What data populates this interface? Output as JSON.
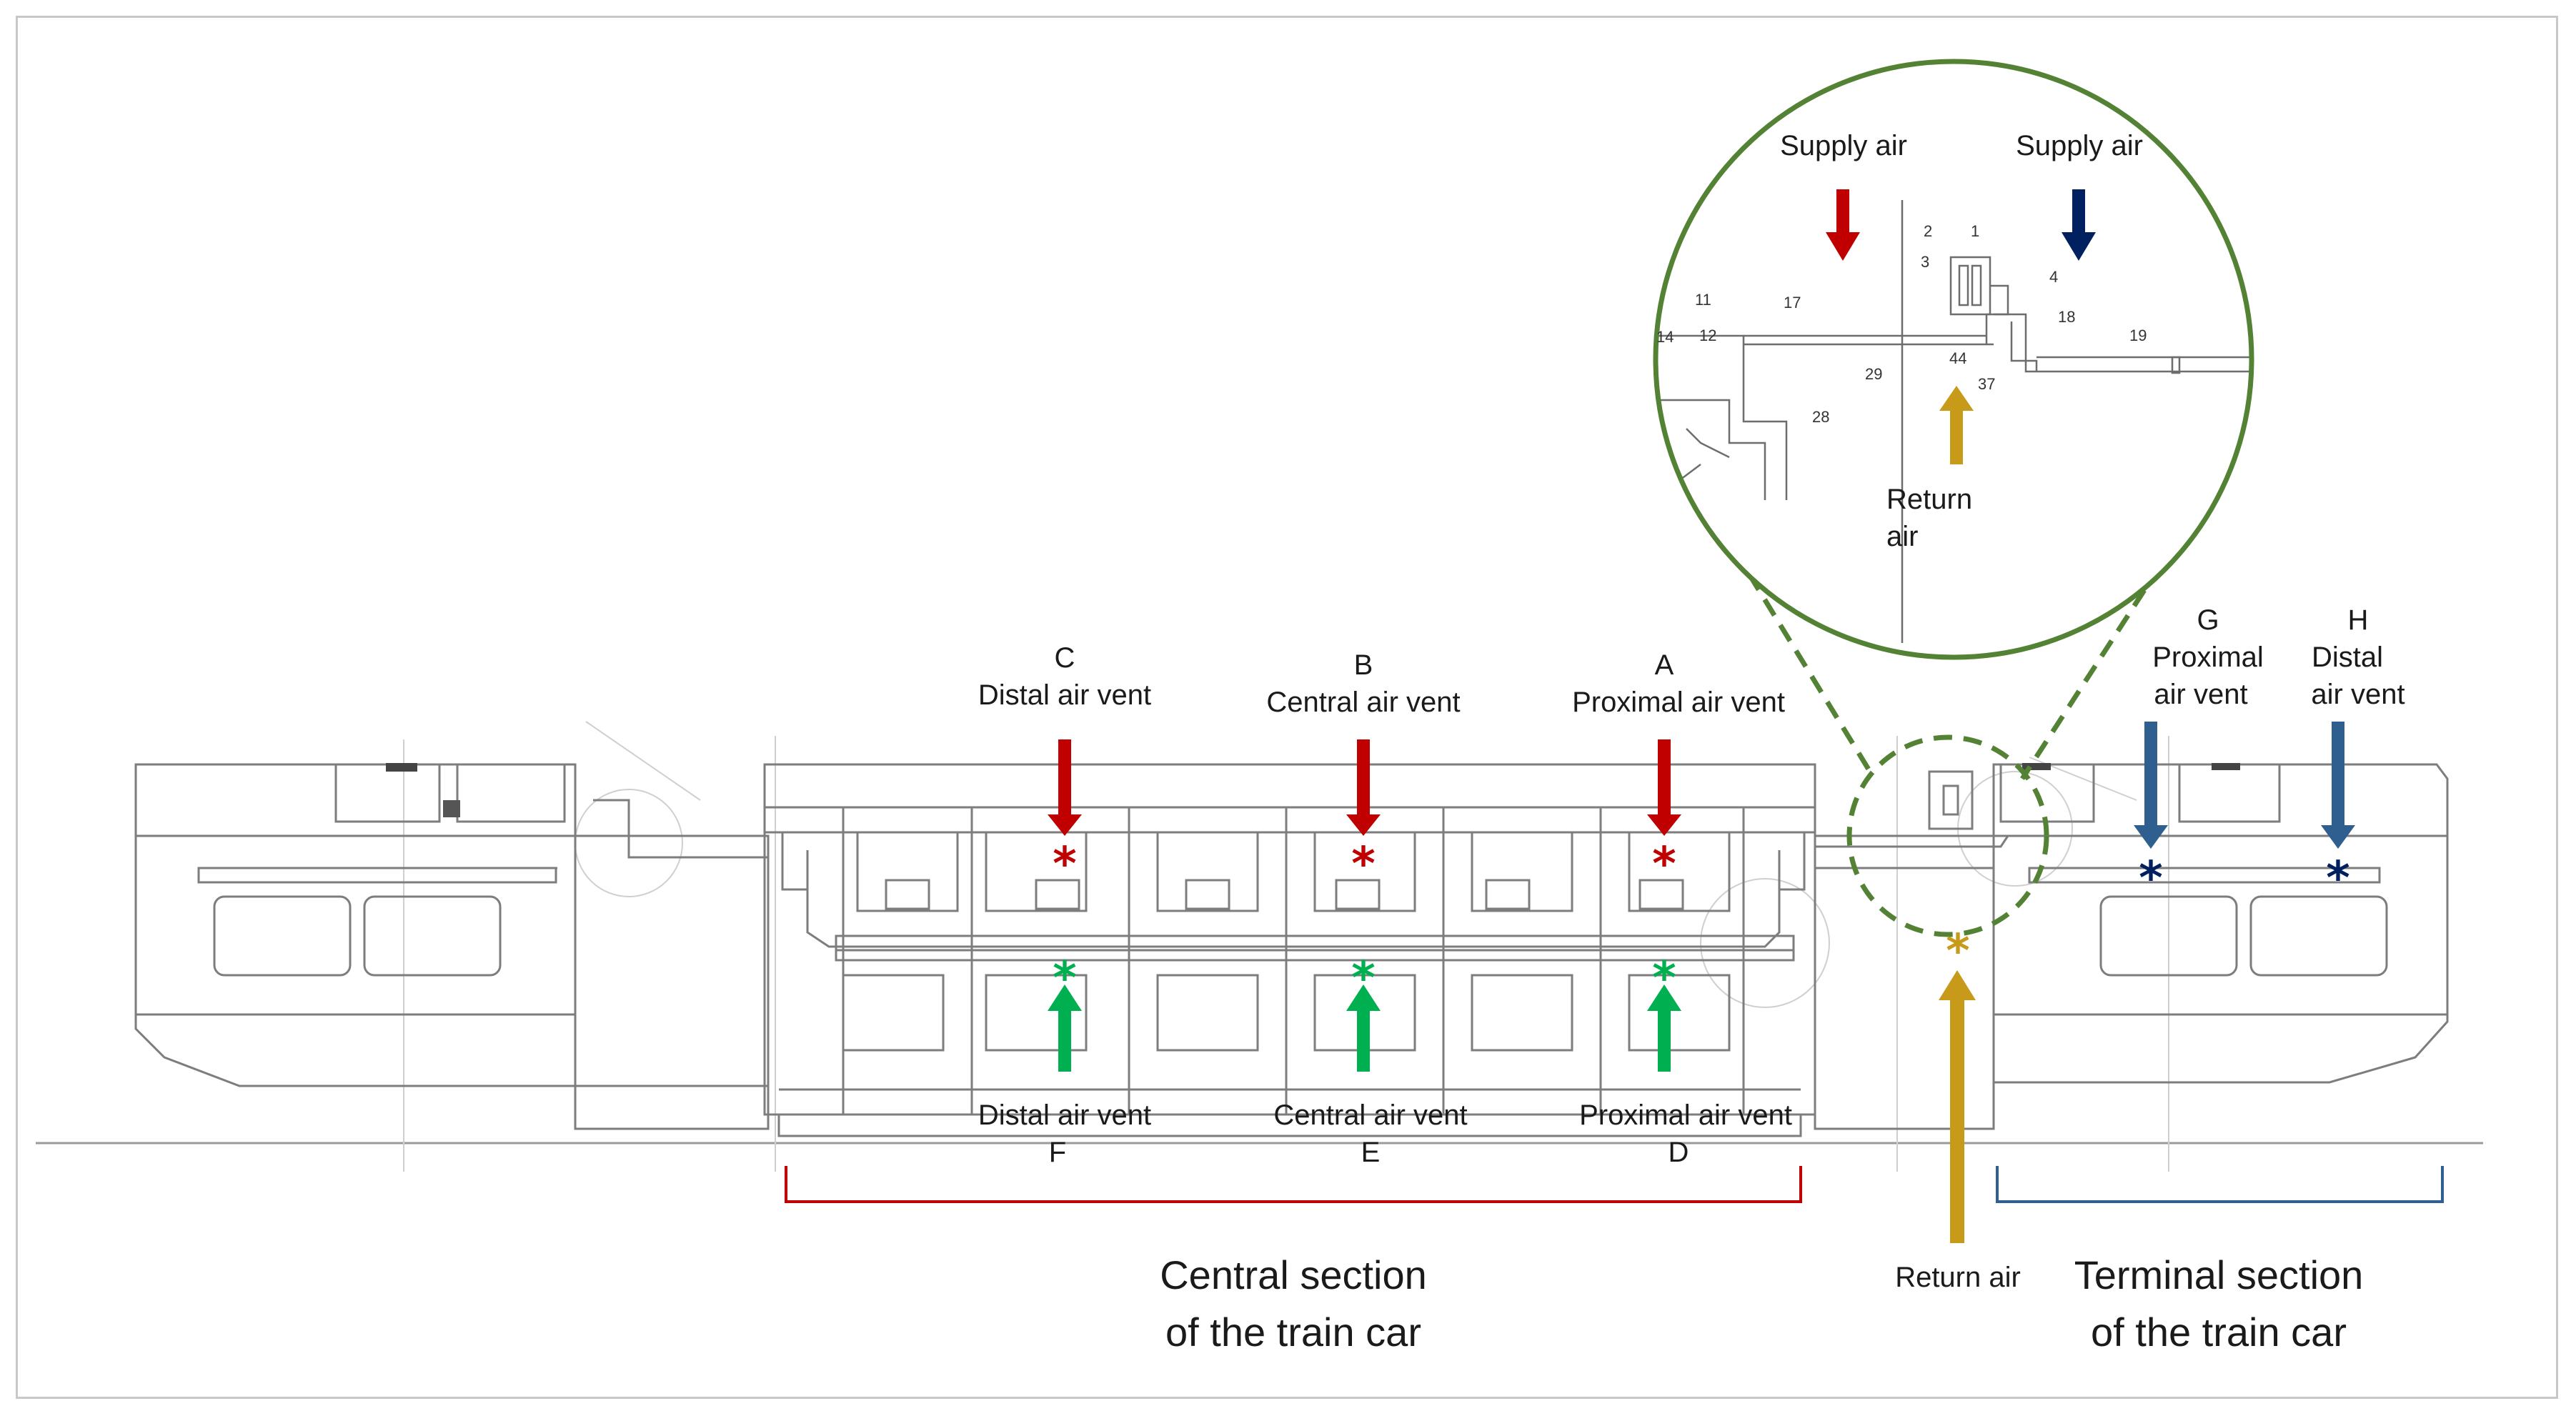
{
  "colors": {
    "red": "#c00000",
    "green": "#00b050",
    "navy": "#002060",
    "blue": "#2e5f8f",
    "gold": "#c89a1a",
    "circle": "#548235",
    "drawing": "#8a8a8a"
  },
  "inset": {
    "supply_air_left": "Supply air",
    "supply_air_right": "Supply air",
    "return_air_line1": "Return",
    "return_air_line2": "air",
    "part_numbers": [
      "1",
      "2",
      "3",
      "4",
      "11",
      "12",
      "14",
      "17",
      "18",
      "19",
      "28",
      "29",
      "37",
      "44"
    ]
  },
  "vents_top": [
    {
      "letter": "C",
      "name": "Distal air vent"
    },
    {
      "letter": "B",
      "name": "Central air vent"
    },
    {
      "letter": "A",
      "name": "Proximal air vent"
    }
  ],
  "vents_bottom": [
    {
      "letter": "F",
      "name": "Distal air vent"
    },
    {
      "letter": "E",
      "name": "Central air vent"
    },
    {
      "letter": "D",
      "name": "Proximal air vent"
    }
  ],
  "vents_terminal": [
    {
      "letter": "G",
      "name_line1": "Proximal",
      "name_line2": "air vent"
    },
    {
      "letter": "H",
      "name_line1": "Distal",
      "name_line2": "air vent"
    }
  ],
  "markers": {
    "star": "*"
  },
  "return_air_label": "Return air",
  "sections": {
    "central_line1": "Central section",
    "central_line2": "of the train car",
    "terminal_line1": "Terminal section",
    "terminal_line2": "of the train car"
  }
}
